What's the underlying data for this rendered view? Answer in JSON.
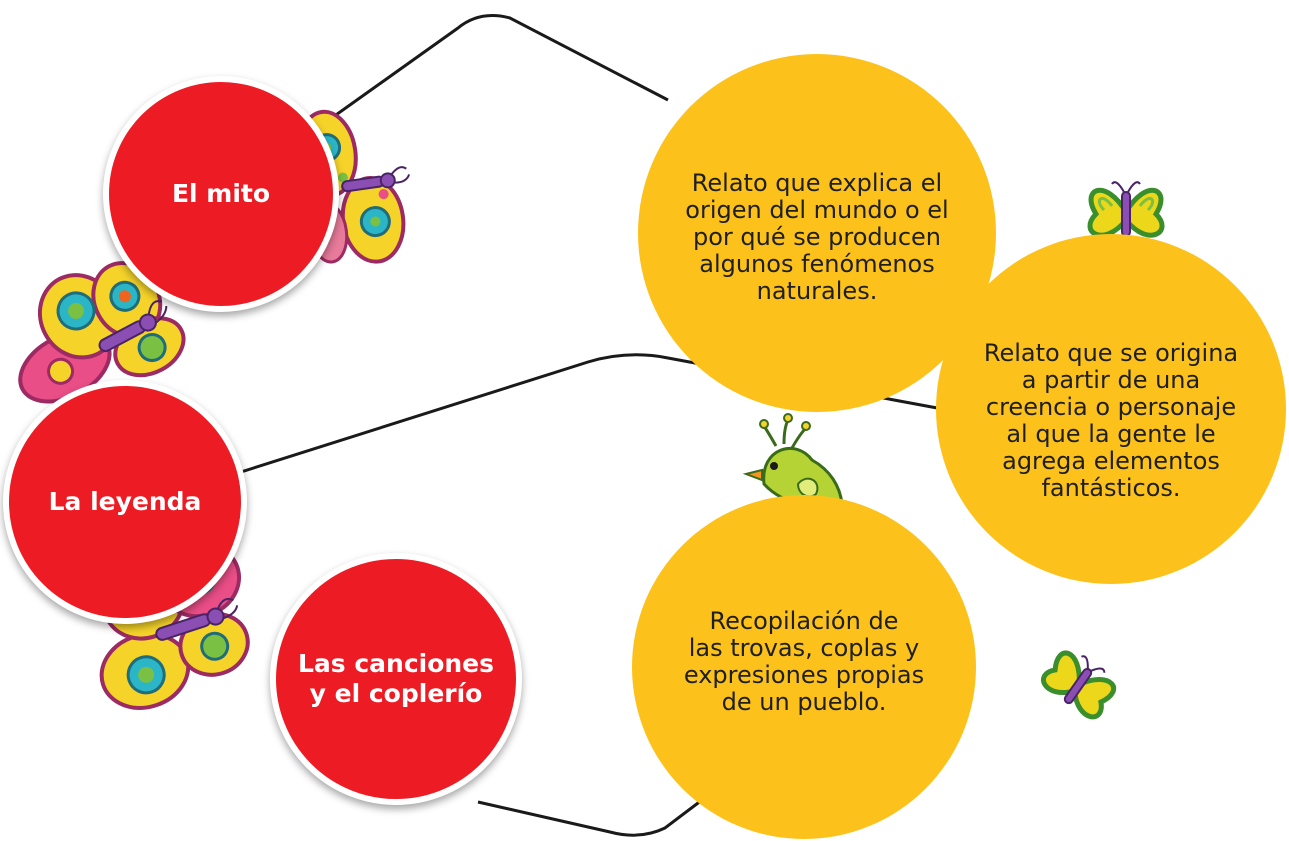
{
  "colors": {
    "concept": "#ed1c24",
    "definition": "#fcc21b",
    "connector": "#1a1a1a"
  },
  "concepts": [
    {
      "id": "mito",
      "label": "El mito"
    },
    {
      "id": "leyenda",
      "label": "La leyenda"
    },
    {
      "id": "canciones",
      "label": "Las canciones\ny el coplerío"
    }
  ],
  "definitions": [
    {
      "id": "mito",
      "text": "Relato que explica el\norigen del mundo o el\npor qué se producen\nalgunos fenómenos\nnaturales."
    },
    {
      "id": "leyenda",
      "text": "Relato que se origina\na partir de una\ncreencia o personaje\nal que la gente le\nagrega elementos\nfantásticos."
    },
    {
      "id": "canciones",
      "text": "Recopilación de\nlas trovas, coplas y\nexpresiones propias\nde un pueblo."
    }
  ],
  "decorations": [
    "butterfly-icon",
    "bird-icon"
  ]
}
